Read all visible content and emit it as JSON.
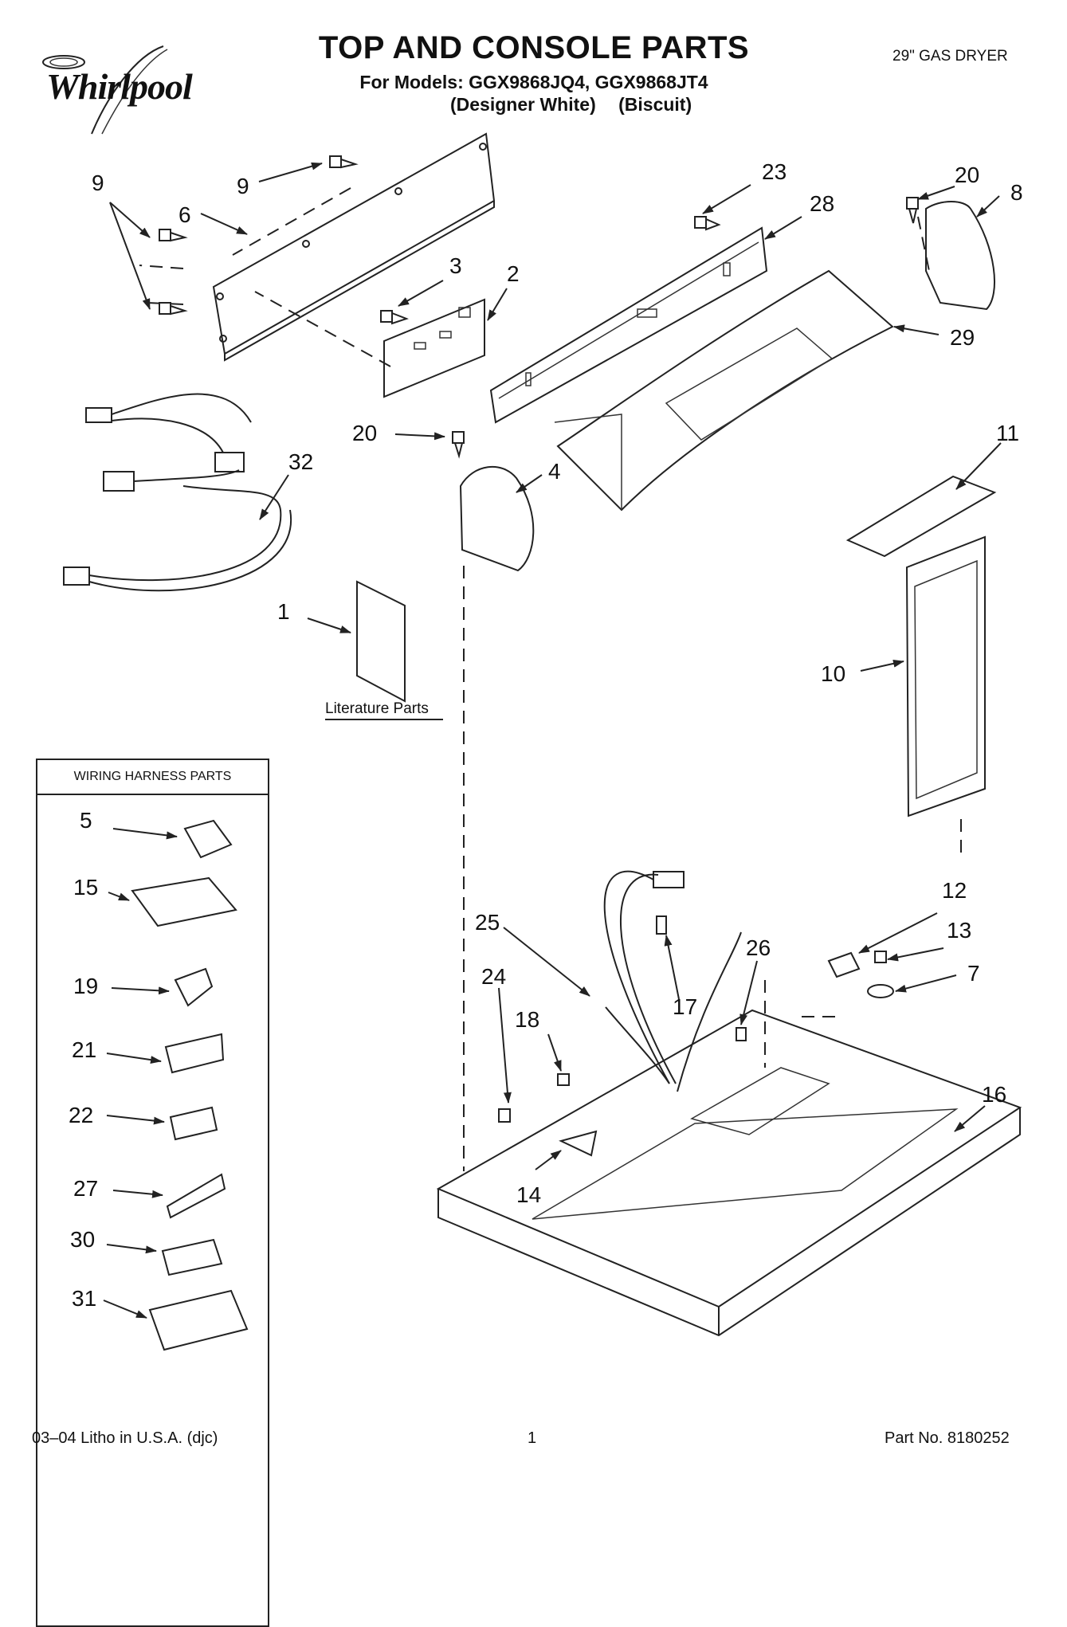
{
  "header": {
    "brand": "Whirlpool",
    "title": "TOP AND CONSOLE PARTS",
    "models": "For Models: GGX9868JQ4, GGX9868JT4",
    "color_1": "(Designer White)",
    "color_2": "(Biscuit)",
    "product": "29\" GAS DRYER"
  },
  "literature_label": "Literature Parts",
  "wiring_box": {
    "title": "WIRING HARNESS PARTS",
    "items": [
      "5",
      "15",
      "19",
      "21",
      "22",
      "27",
      "30",
      "31"
    ]
  },
  "callouts": {
    "c9a": "9",
    "c9b": "9",
    "c6": "6",
    "c3": "3",
    "c2": "2",
    "c23": "23",
    "c28": "28",
    "c20a": "20",
    "c8": "8",
    "c29": "29",
    "c20b": "20",
    "c4": "4",
    "c32": "32",
    "c11": "11",
    "c1": "1",
    "c10": "10",
    "c12": "12",
    "c13": "13",
    "c7": "7",
    "c25": "25",
    "c26": "26",
    "c24": "24",
    "c17": "17",
    "c18": "18",
    "c16": "16",
    "c14": "14"
  },
  "footer": {
    "litho": "03–04 Litho in U.S.A. (djc)",
    "page": "1",
    "part_no": "Part No. 8180252"
  }
}
